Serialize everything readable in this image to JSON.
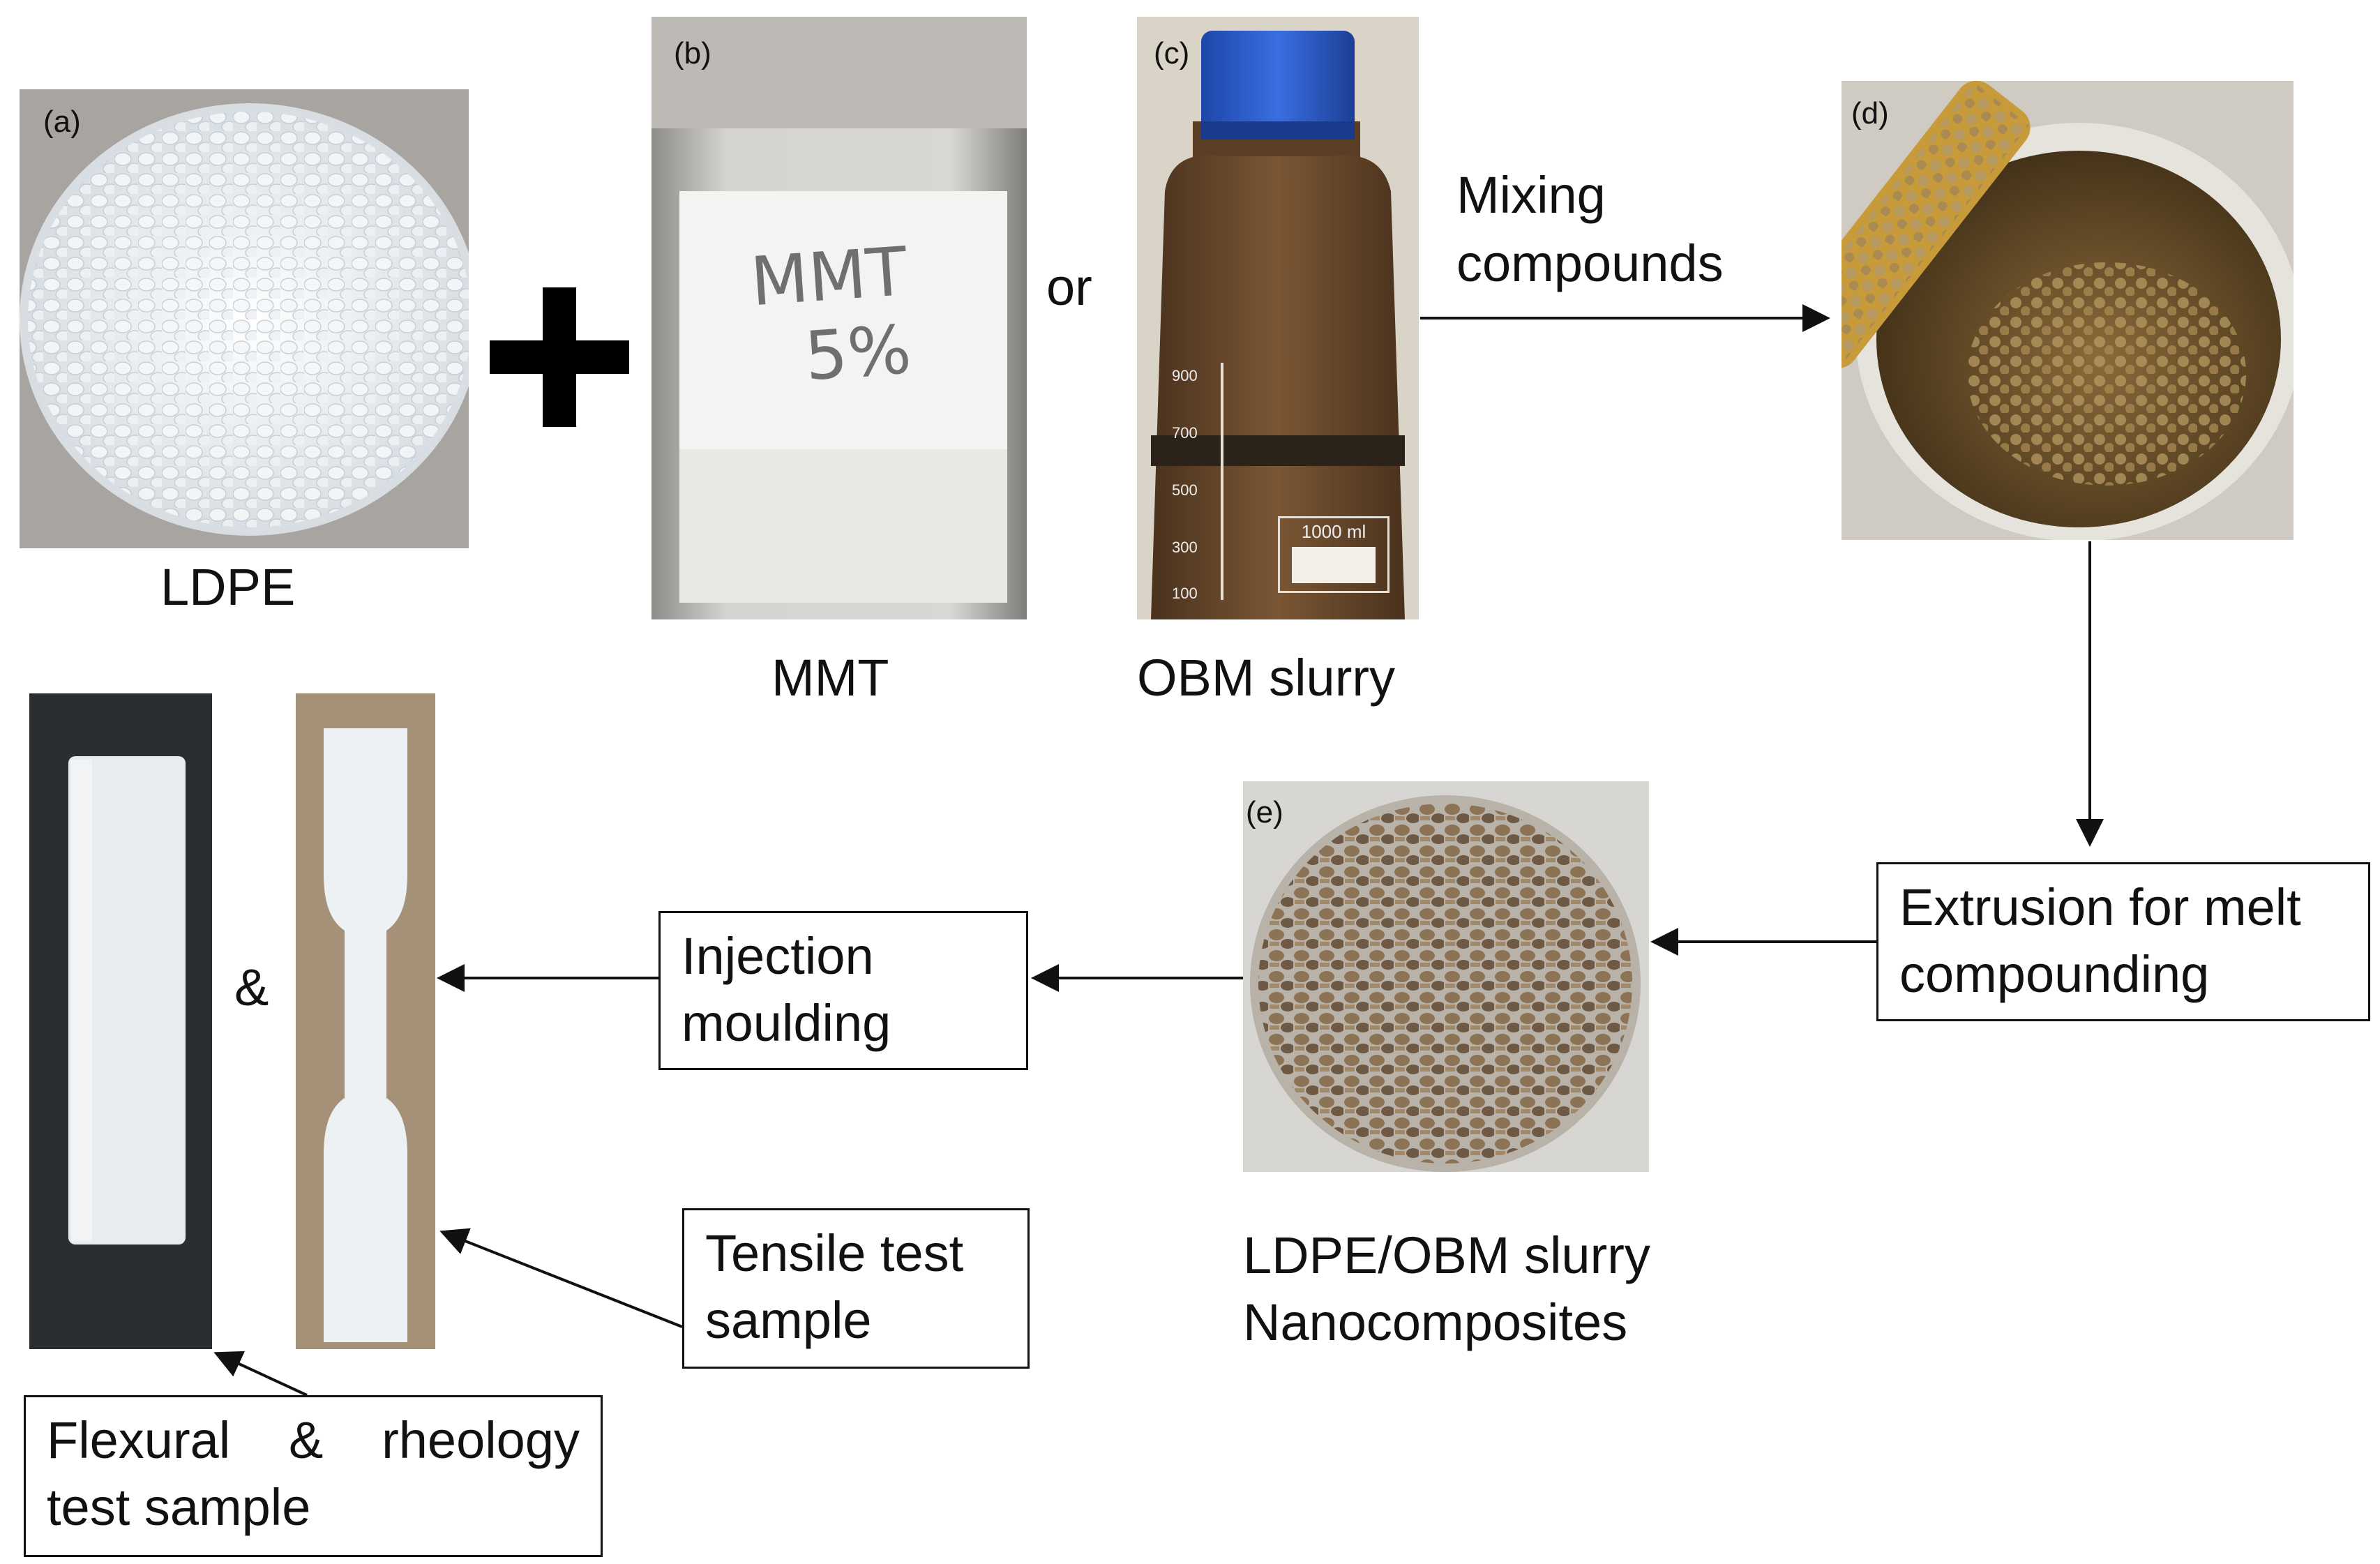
{
  "panels": {
    "a": {
      "label": "(a)",
      "caption": "LDPE"
    },
    "b": {
      "label": "(b)",
      "caption": "MMT",
      "jar_text_1": "MMT",
      "jar_text_2": "5%"
    },
    "c": {
      "label": "(c)",
      "caption": "OBM slurry",
      "bottle_volume": "1000 ml",
      "bottle_ticks": [
        "900",
        "700",
        "500",
        "300",
        "100"
      ]
    },
    "d": {
      "label": "(d)"
    },
    "e": {
      "label": "(e)",
      "caption_line1": "LDPE/OBM slurry",
      "caption_line2": "Nanocomposites"
    }
  },
  "connectors": {
    "or": "or",
    "ampersand": "&"
  },
  "steps": {
    "mixing": {
      "line1": "Mixing",
      "line2": "compounds"
    },
    "extrusion": {
      "line1": "Extrusion for melt",
      "line2": "compounding"
    },
    "injection": {
      "line1": "Injection",
      "line2": "moulding"
    },
    "tensile": {
      "line1": "Tensile test",
      "line2": "sample"
    },
    "flexural": {
      "line1_a": "Flexural",
      "line1_b": "&",
      "line1_c": "rheology",
      "line2": "test sample"
    }
  },
  "colors": {
    "accent_cap": "#2f5fd0",
    "slurry": "#6b4a2c",
    "pellet": "#8c7356",
    "specimen": "#e8ecee",
    "arrow": "#111111"
  }
}
